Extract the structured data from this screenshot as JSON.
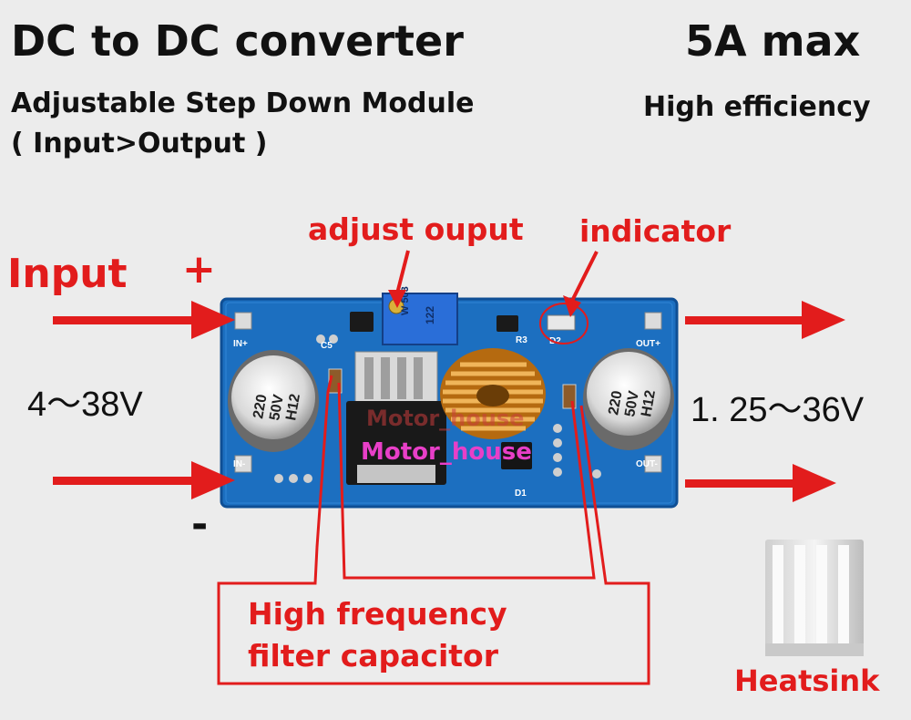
{
  "title": "DC to DC converter",
  "subtitle": "Adjustable Step Down Module",
  "io_note": "( Input>Output )",
  "max_current": "5A max",
  "efficiency": "High efficiency",
  "input": {
    "label": "Input",
    "plus": "+",
    "minus": "-",
    "range": "4～38V"
  },
  "output": {
    "range": "1. 25～36V"
  },
  "callouts": {
    "adjust": "adjust ouput",
    "indicator": "indicator",
    "filter_line1": "High frequency",
    "filter_line2": "filter capacitor"
  },
  "heatsink": "Heatsink",
  "watermark": {
    "line1": "Motor_house",
    "line2": "Motor_house"
  },
  "board_labels": {
    "in_plus": "IN+",
    "in_minus": "IN-",
    "out_plus": "OUT+",
    "out_minus": "OUT-",
    "c5": "C5",
    "r3": "R3",
    "d2": "D2",
    "d1": "D1",
    "cap_left": [
      "220",
      "50V",
      "H12"
    ],
    "cap_right": [
      "220",
      "50V",
      "H12"
    ],
    "pot": [
      "W 503",
      "122"
    ]
  },
  "colors": {
    "accent_red": "#e21c1c",
    "pcb_blue": "#1c6fc0",
    "background": "#ececec",
    "coil_copper": "#e3a340",
    "watermark_pink": "#e83fc8"
  }
}
